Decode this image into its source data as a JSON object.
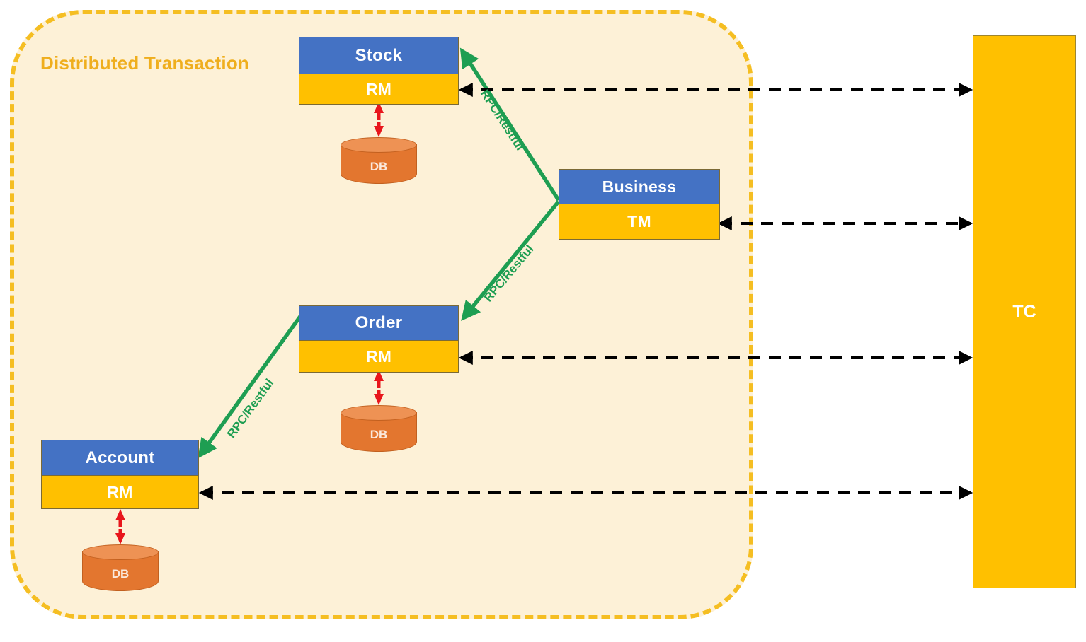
{
  "boundary": {
    "title": "Distributed Transaction",
    "fill_color": "#FDF1D7",
    "border_color": "#F5BE22"
  },
  "colors": {
    "service_header": "#4472C4",
    "resource_manager": "#FFC000",
    "database": "#E3762F",
    "rpc_arrow": "#1E9E52",
    "db_arrow": "#E8161C",
    "tc_arrow": "#000000",
    "coordinator": "#FFC000"
  },
  "services": [
    {
      "name": "Stock",
      "manager": "TM_or_RM",
      "manager_label": "RM",
      "database_label": "DB"
    },
    {
      "name": "Business",
      "manager": "TM",
      "manager_label": "TM",
      "database_label": null
    },
    {
      "name": "Order",
      "manager": "RM",
      "manager_label": "RM",
      "database_label": "DB"
    },
    {
      "name": "Account",
      "manager": "RM",
      "manager_label": "RM",
      "database_label": "DB"
    }
  ],
  "service_labels": {
    "stock": "Stock",
    "stock_rm": "RM",
    "stock_db": "DB",
    "business": "Business",
    "business_tm": "TM",
    "order": "Order",
    "order_rm": "RM",
    "order_db": "DB",
    "account": "Account",
    "account_rm": "RM",
    "account_db": "DB"
  },
  "coordinator": {
    "label": "TC"
  },
  "rpc_links": [
    {
      "label": "RPC/Restful",
      "from": "Business",
      "to": "Stock"
    },
    {
      "label": "RPC/Restful",
      "from": "Business",
      "to": "Order"
    },
    {
      "label": "RPC/Restful",
      "from": "Order",
      "to": "Account"
    }
  ],
  "tc_links": [
    {
      "from": "TC",
      "to": "Stock.RM",
      "style": "dashed-bidirectional"
    },
    {
      "from": "TC",
      "to": "Business.TM",
      "style": "dashed-bidirectional"
    },
    {
      "from": "TC",
      "to": "Order.RM",
      "style": "dashed-bidirectional"
    },
    {
      "from": "TC",
      "to": "Account.RM",
      "style": "dashed-bidirectional"
    }
  ],
  "db_links": [
    {
      "from": "Stock.RM",
      "to": "Stock.DB",
      "style": "solid-bidirectional"
    },
    {
      "from": "Order.RM",
      "to": "Order.DB",
      "style": "solid-bidirectional"
    },
    {
      "from": "Account.RM",
      "to": "Account.DB",
      "style": "solid-bidirectional"
    }
  ]
}
